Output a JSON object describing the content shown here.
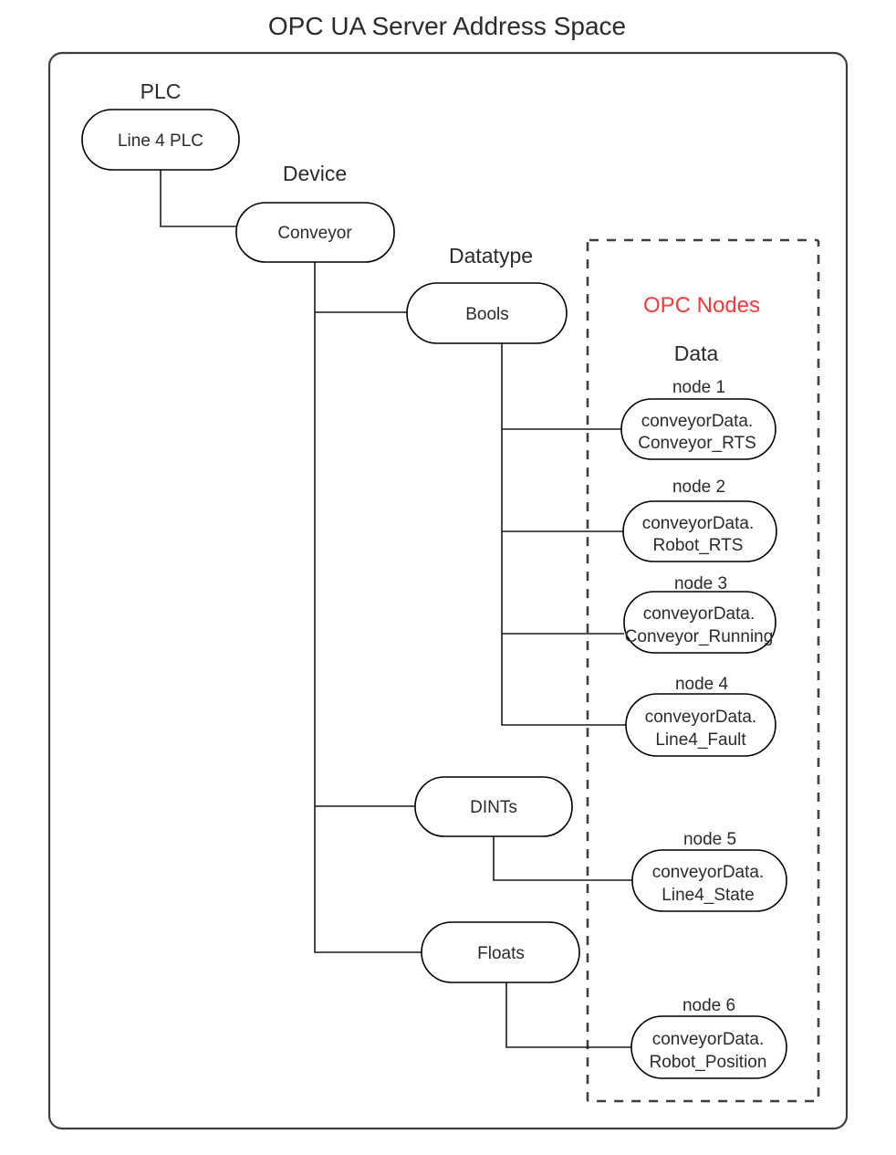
{
  "title": "OPC UA Server Address Space",
  "frames": {
    "outer_name": "address-space-frame",
    "dashed_name": "opc-nodes-frame"
  },
  "opc_nodes_panel": {
    "heading": "OPC Nodes",
    "heading_color": "#f8393c",
    "subheading": "Data"
  },
  "tree": {
    "groups": [
      {
        "label": "PLC"
      },
      {
        "label": "Device"
      },
      {
        "label": "Datatype"
      }
    ],
    "boxes": [
      {
        "id": "plc",
        "label": "Line 4 PLC"
      },
      {
        "id": "device",
        "label": "Conveyor"
      },
      {
        "id": "bools",
        "label": "Bools"
      },
      {
        "id": "dints",
        "label": "DINTs"
      },
      {
        "id": "floats",
        "label": "Floats"
      }
    ]
  },
  "nodes": [
    {
      "caption": "node 1",
      "line1": "conveyorData.",
      "line2": "Conveyor_RTS",
      "parent": "Bools"
    },
    {
      "caption": "node 2",
      "line1": "conveyorData.",
      "line2": "Robot_RTS",
      "parent": "Bools"
    },
    {
      "caption": "node 3",
      "line1": "conveyorData.",
      "line2": "Conveyor_Running",
      "parent": "Bools"
    },
    {
      "caption": "node 4",
      "line1": "conveyorData.",
      "line2": "Line4_Fault",
      "parent": "Bools"
    },
    {
      "caption": "node 5",
      "line1": "conveyorData.",
      "line2": "Line4_State",
      "parent": "DINTs"
    },
    {
      "caption": "node 6",
      "line1": "conveyorData.",
      "line2": "Robot_Position",
      "parent": "Floats"
    }
  ]
}
